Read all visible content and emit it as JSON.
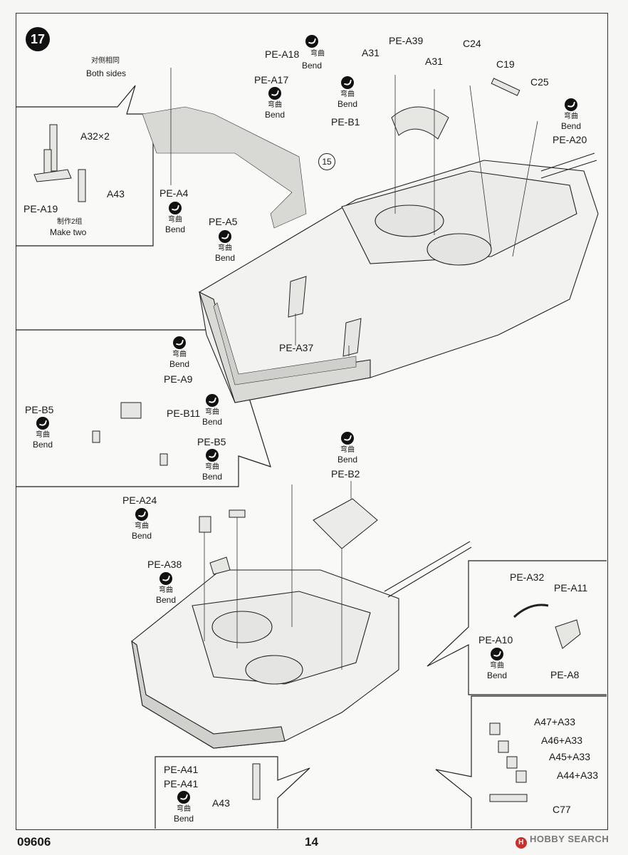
{
  "step": "17",
  "ref_circle": "15",
  "footer": {
    "code": "09606",
    "page": "14"
  },
  "watermark": "HOBBY SEARCH",
  "bend": {
    "cn": "弯曲",
    "en": "Bend"
  },
  "labels": {
    "pe_a18": "PE-A18",
    "pe_a17": "PE-A17",
    "pe_a4": "PE-A4",
    "pe_a5": "PE-A5",
    "both_cn": "对侧相同",
    "both_en": "Both sides",
    "a32x2": "A32×2",
    "a43": "A43",
    "pe_a19": "PE-A19",
    "make_two_cn": "制作2组",
    "make_two_en": "Make two",
    "a31_left": "A31",
    "pe_a39": "PE-A39",
    "a31_right": "A31",
    "pe_b1": "PE-B1",
    "c24": "C24",
    "c19": "C19",
    "c25": "C25",
    "pe_a20": "PE-A20",
    "pe_a37": "PE-A37",
    "pe_a9": "PE-A9",
    "pe_b5_left": "PE-B5",
    "pe_b11": "PE-B11",
    "pe_b5_right": "PE-B5",
    "pe_b2": "PE-B2",
    "pe_a24": "PE-A24",
    "pe_a38": "PE-A38",
    "pe_a32": "PE-A32",
    "pe_a11": "PE-A11",
    "pe_a10": "PE-A10",
    "pe_a8": "PE-A8",
    "a47_a33": "A47+A33",
    "a46_a33": "A46+A33",
    "a45_a33": "A45+A33",
    "a44_a33": "A44+A33",
    "c77": "C77",
    "pe_a41_1": "PE-A41",
    "pe_a41_2": "PE-A41",
    "a43_bottom": "A43"
  }
}
